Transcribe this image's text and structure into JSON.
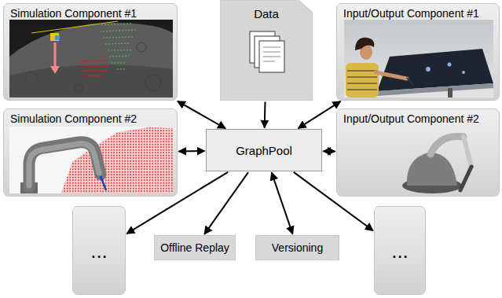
{
  "diagram": {
    "nodes": [
      {
        "text": [
          "Simulation Component #1"
        ]
      },
      {
        "text": [
          "Data"
        ]
      },
      {
        "text": [
          "Input/Output Component #1"
        ]
      },
      {
        "text": [
          "Simulation Component #2"
        ]
      },
      {
        "text": [
          "GraphPool"
        ]
      },
      {
        "text": [
          "Input/Output Component #2"
        ]
      },
      {
        "text": [
          "..."
        ]
      },
      {
        "text": [
          "Offline Replay"
        ]
      },
      {
        "text": [
          "Versioning"
        ]
      },
      {
        "text": [
          "..."
        ]
      }
    ],
    "edges": [
      {
        "from": 0,
        "to": 4,
        "arrow": "both"
      },
      {
        "from": 1,
        "to": 4,
        "arrow": "to"
      },
      {
        "from": 2,
        "to": 4,
        "arrow": "both"
      },
      {
        "from": 3,
        "to": 4,
        "arrow": "both"
      },
      {
        "from": 5,
        "to": 4,
        "arrow": "both"
      },
      {
        "from": 4,
        "to": 6,
        "arrow": "to"
      },
      {
        "from": 4,
        "to": 7,
        "arrow": "to"
      },
      {
        "from": 4,
        "to": 8,
        "arrow": "both"
      },
      {
        "from": 4,
        "to": 9,
        "arrow": "to"
      }
    ]
  }
}
